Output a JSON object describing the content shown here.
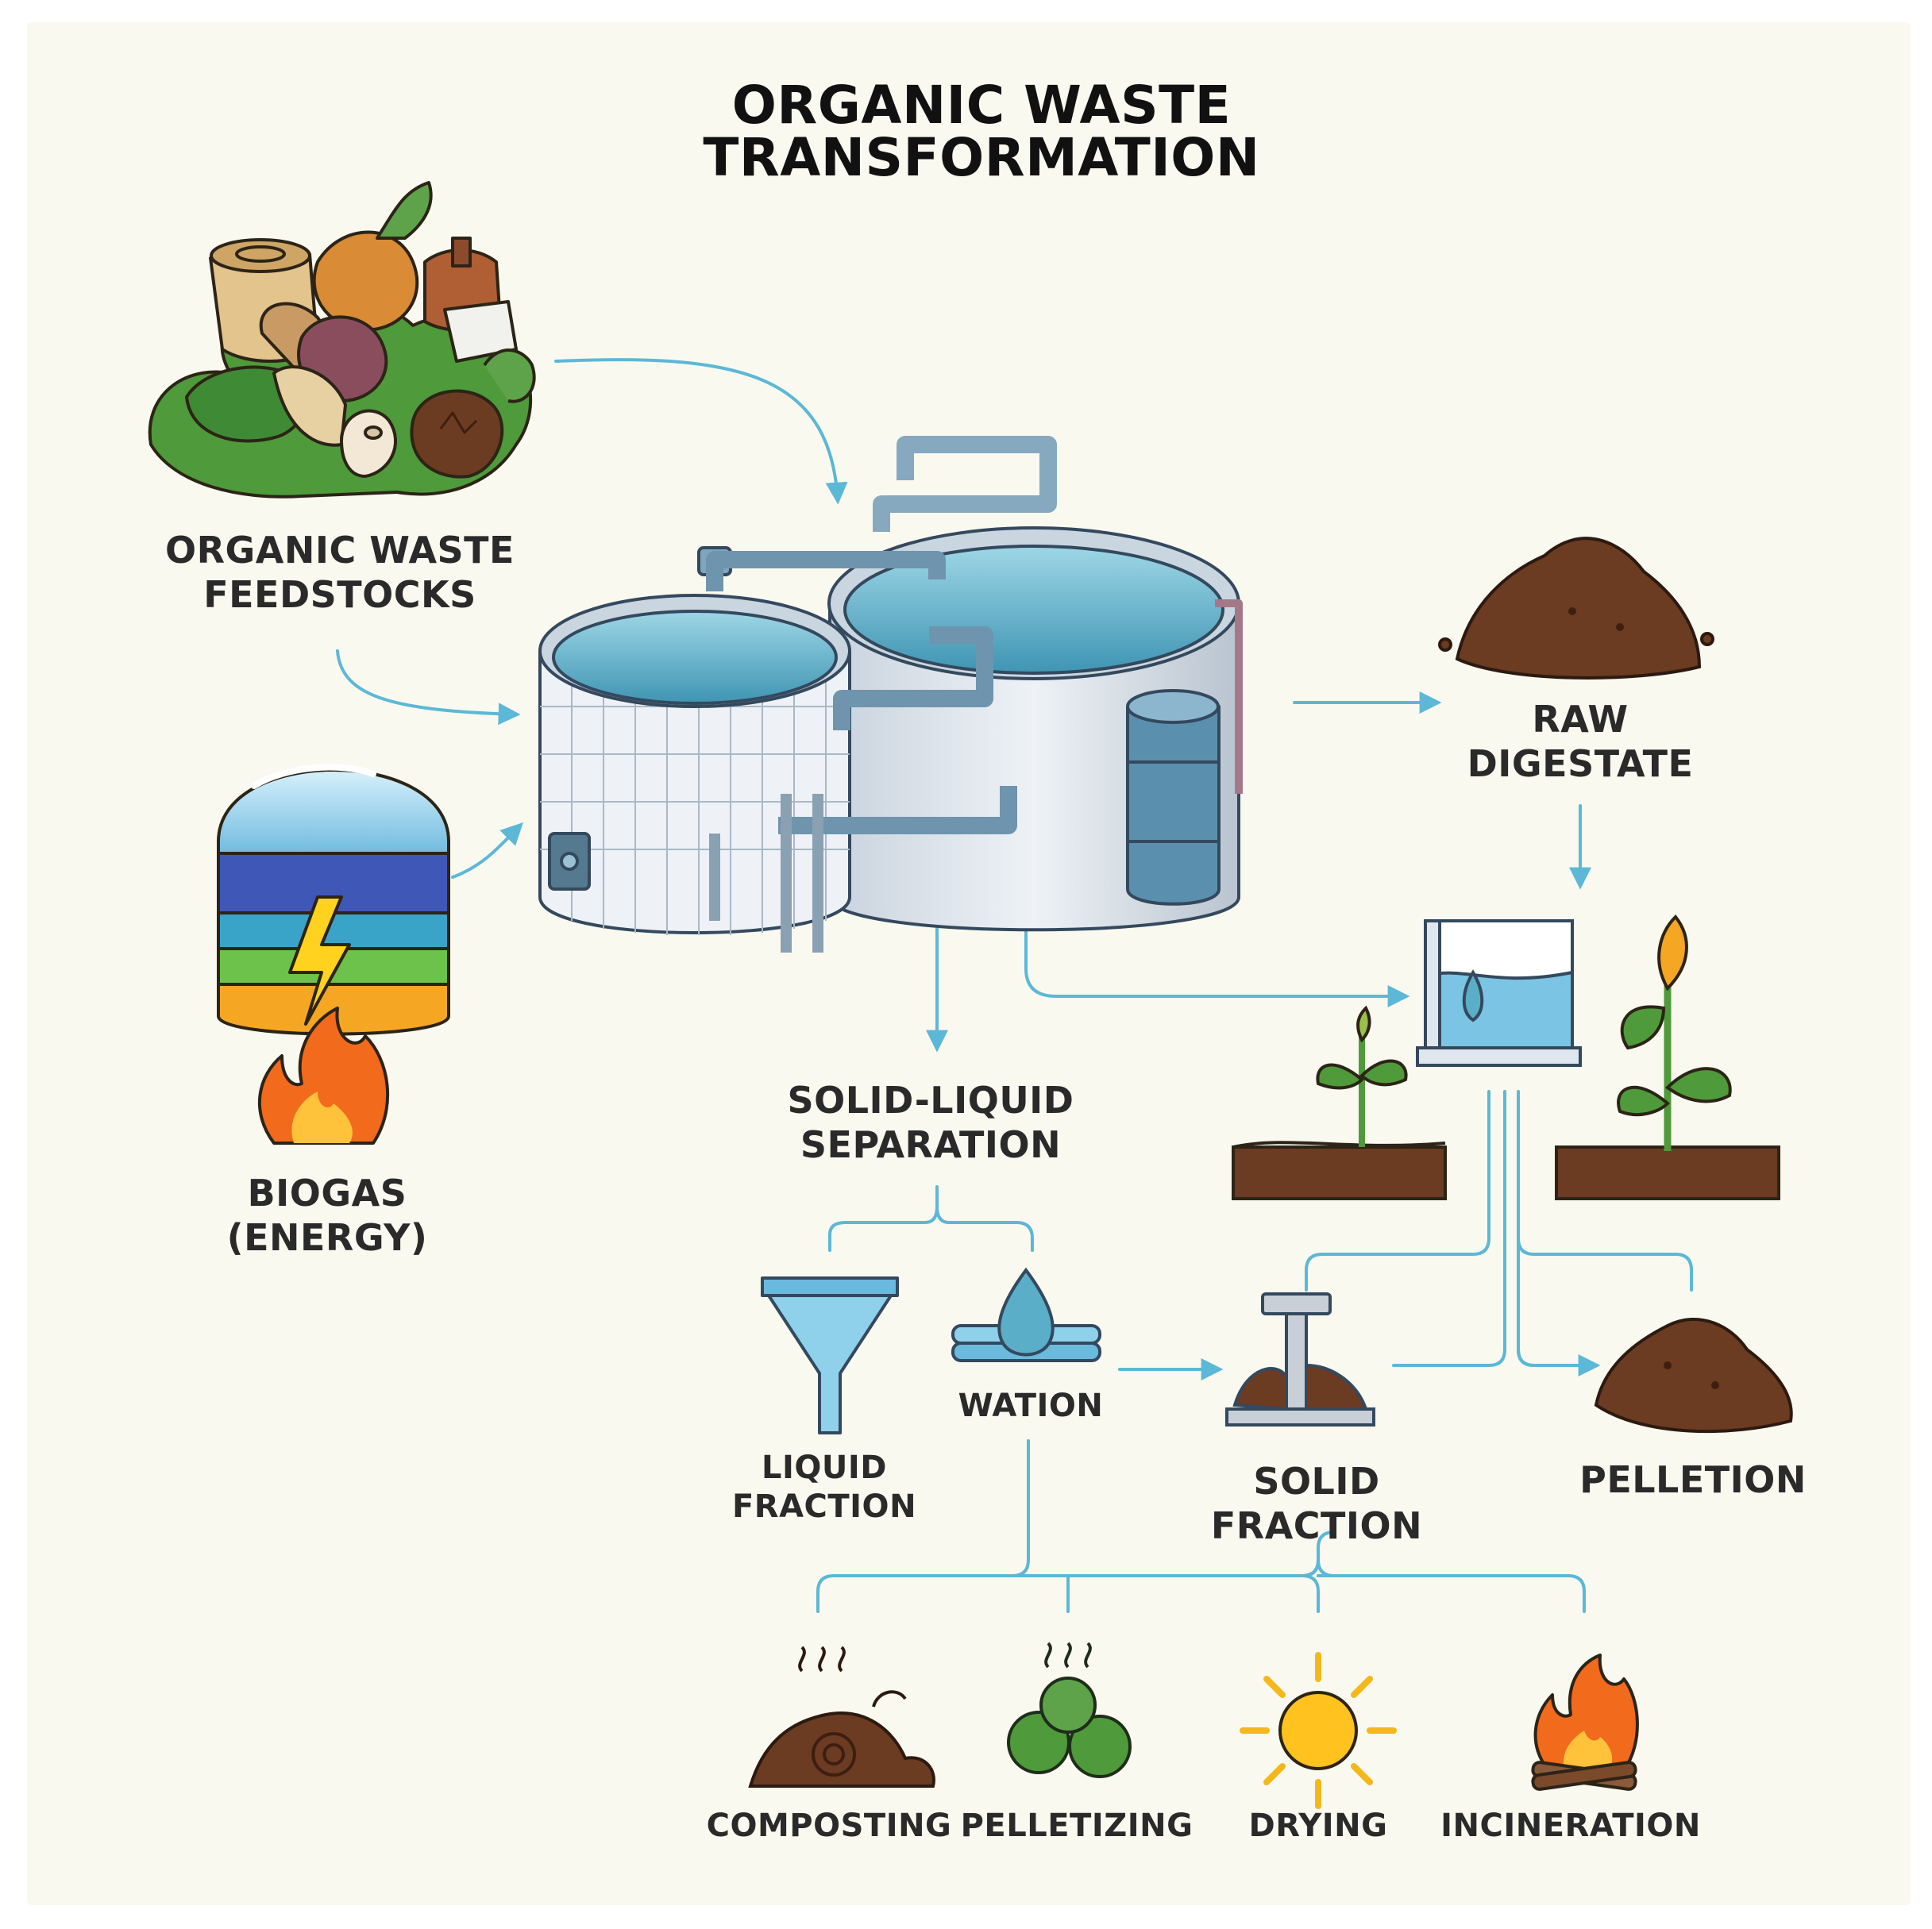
{
  "title": "ORGANIC WASTE TRANSFORMATION",
  "nodes": {
    "feedstocks": "ORGANIC WASTE\nFEEDSTOCKS",
    "biogas": "BIOGAS\n(ENERGY)",
    "raw_digestate": "RAW\nDIGESTATE",
    "separation": "SOLID-LIQUID\nSEPARATION",
    "liquid_fraction": "LIQUID\nFRACTION",
    "wation": "WATION",
    "solid_fraction": "SOLID\nFRACTION",
    "pelletion": "PELLETION"
  },
  "outputs": [
    "COMPOSTING",
    "PELLETIZING",
    "DRYING",
    "INCINERATION"
  ],
  "colors": {
    "background": "#faf9f0",
    "arrow": "#5cb8d6",
    "tank": "#dfe6ee",
    "water": "#5aaec8",
    "soil": "#6b3b22",
    "leaf": "#4f9a3a",
    "flame": "#f26a1b"
  },
  "icons": [
    "vegetable-pile-icon",
    "anaerobic-digester-icon",
    "biogas-dome-icon",
    "flame-icon",
    "lightning-icon",
    "soil-pile-icon",
    "water-tank-icon",
    "seedling-icon",
    "funnel-icon",
    "water-drop-icon",
    "press-icon",
    "compost-icon",
    "pellets-icon",
    "sun-icon",
    "campfire-icon"
  ]
}
